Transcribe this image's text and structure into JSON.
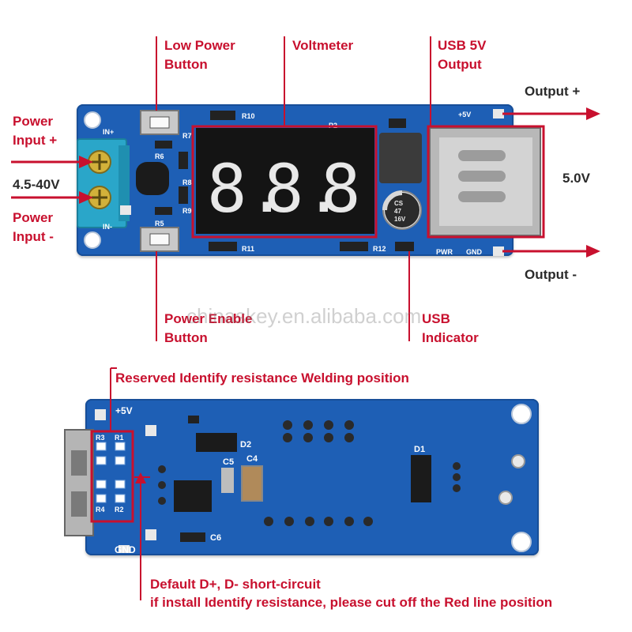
{
  "top_labels": {
    "low_power_button": [
      "Low Power",
      "Button"
    ],
    "voltmeter": "Voltmeter",
    "usb_5v_output": [
      "USB 5V",
      "Output"
    ],
    "output_plus": "Output +",
    "power_input_plus": [
      "Power",
      "Input +"
    ],
    "input_range": "4.5-40V",
    "power_input_minus": [
      "Power",
      "Input -"
    ],
    "output_voltage": "5.0V",
    "output_minus": "Output -",
    "power_enable_button": [
      "Power Enable",
      "Button"
    ],
    "usb_indicator": [
      "USB",
      "Indicator"
    ]
  },
  "bottom_labels": {
    "reserved_resistance": "Reserved Identify resistance Welding position",
    "default_short_line1": "Default D+, D- short-circuit",
    "default_short_line2": "if install Identify resistance, please cut off the Red line position"
  },
  "top_board_silk": {
    "in_plus": "IN+",
    "in_minus": "IN-",
    "r6": "R6",
    "r5": "R5",
    "r7": "R7",
    "r8": "R8",
    "r9": "R9",
    "r10": "R10",
    "r11": "R11",
    "r12": "R12",
    "p2": "P2",
    "plus5v": "+5V",
    "pwr": "PWR",
    "gnd": "GND",
    "cap_line1": "CS",
    "cap_line2": "47",
    "cap_line3": "16V"
  },
  "bottom_board_silk": {
    "plus5v": "+5V",
    "gnd": "GND",
    "r3": "R3",
    "r1": "R1",
    "r4": "R4",
    "r2": "R2",
    "d2": "D2",
    "c4": "C4",
    "c5": "C5",
    "c6": "C6",
    "d1": "D1"
  },
  "display_digits": [
    "8.",
    "8.",
    "8"
  ],
  "watermark": "chinaskey.en.alibaba.com",
  "colors": {
    "annotation_red": "#c8102e",
    "annotation_text": "#2a2a2a",
    "pcb_blue": "#1e5fb5",
    "display_segment": "#e8e8e8"
  }
}
